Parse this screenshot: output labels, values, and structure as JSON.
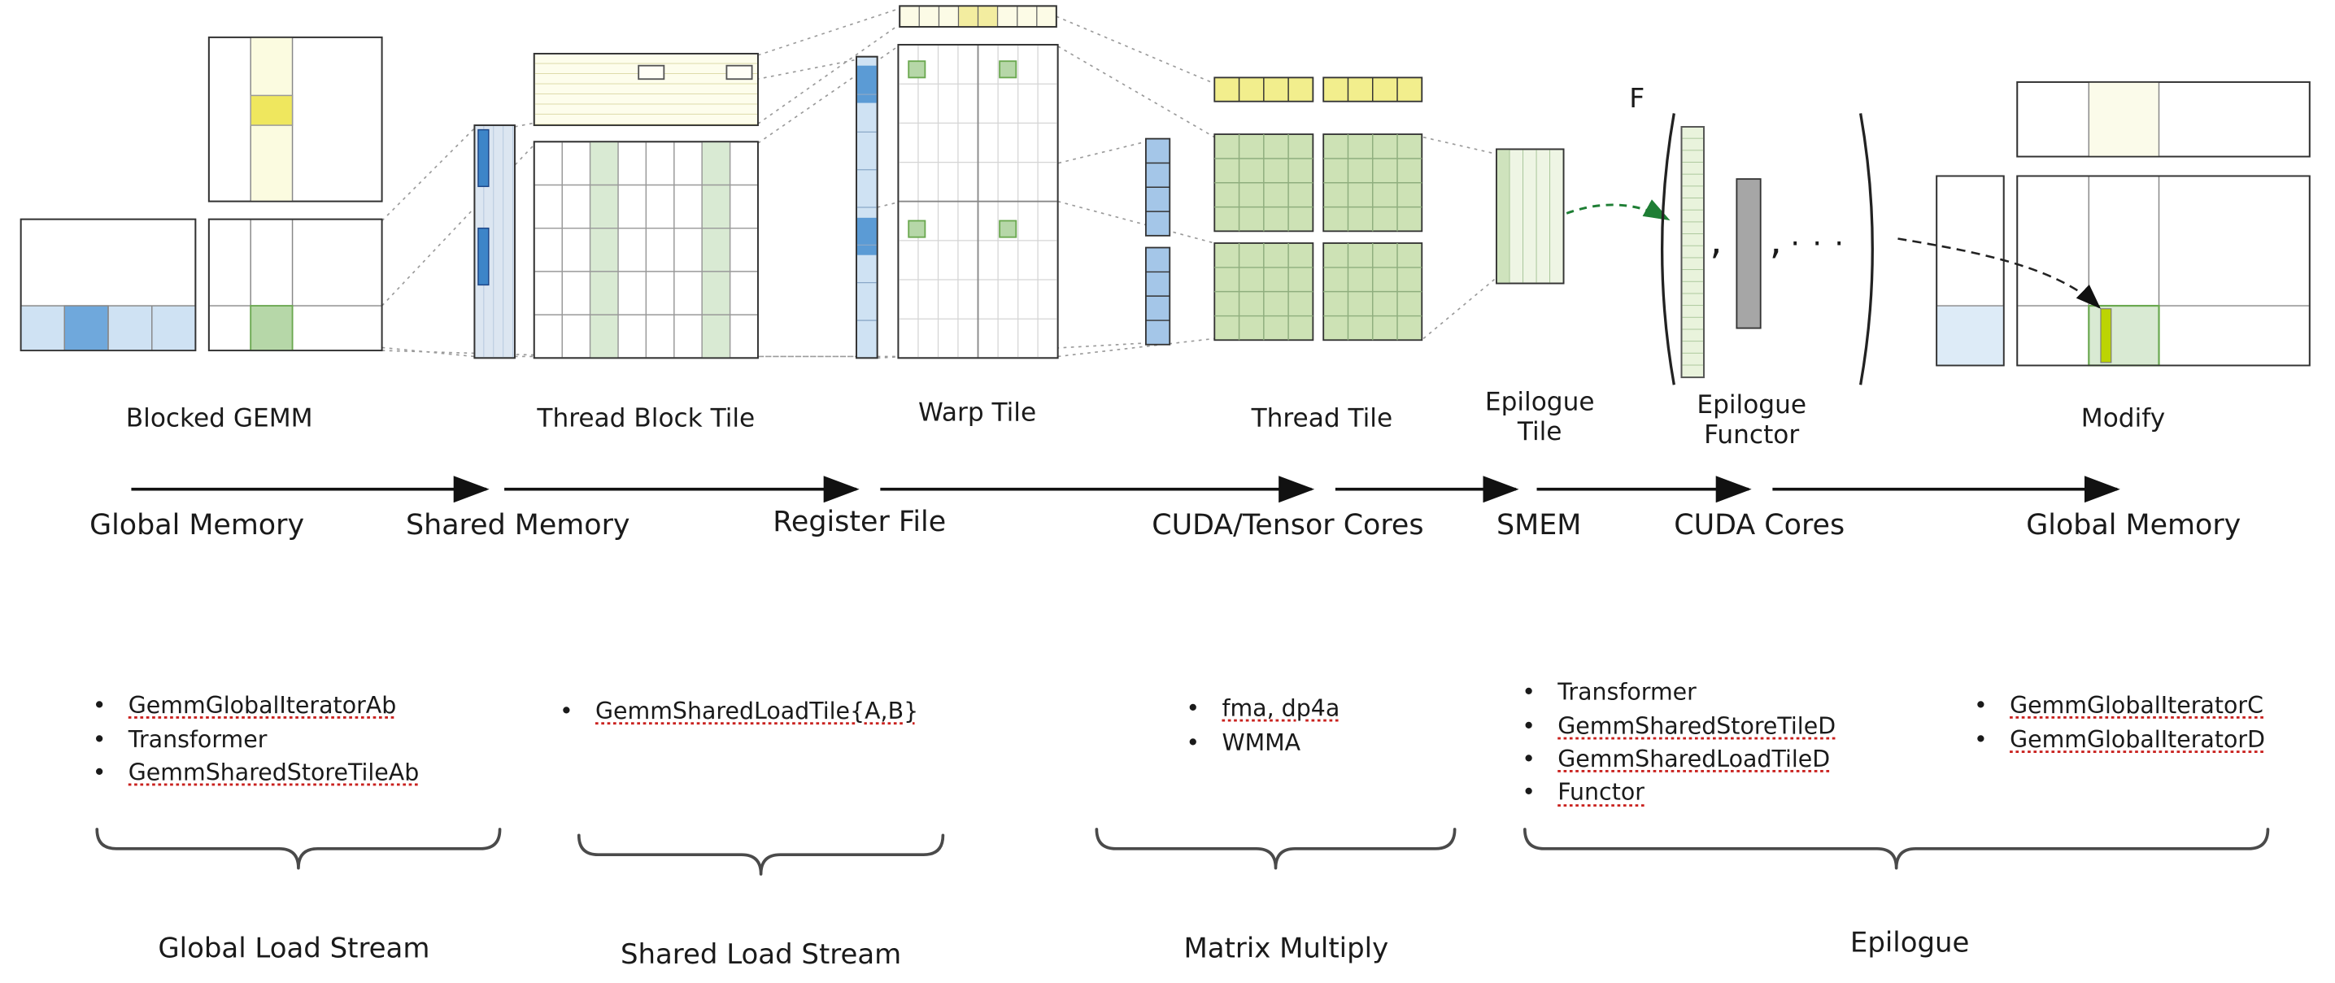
{
  "bullet": "•",
  "tiles": {
    "blocked_gemm": "Blocked GEMM",
    "thread_block": "Thread Block Tile",
    "warp": "Warp Tile",
    "thread": "Thread Tile",
    "epilogue_tile": [
      "Epilogue",
      "Tile"
    ],
    "epilogue_functor": [
      "Epilogue",
      "Functor"
    ],
    "modify": "Modify"
  },
  "functor_symbols": {
    "f": "F",
    "comma1": ",",
    "comma2": ",",
    "dots": "· · ·"
  },
  "memory_labels": [
    "Global Memory",
    "Shared Memory",
    "Register File",
    "CUDA/Tensor Cores",
    "SMEM",
    "CUDA Cores",
    "Global Memory"
  ],
  "lists": [
    {
      "items": [
        "GemmGlobalIteratorAb",
        "Transformer",
        "GemmSharedStoreTileAb"
      ]
    },
    {
      "items": [
        "GemmSharedLoadTile{A,B}"
      ]
    },
    {
      "items": [
        "fma, dp4a",
        "WMMA"
      ]
    },
    {
      "items": [
        "Transformer",
        "GemmSharedStoreTileD",
        "GemmSharedLoadTileD",
        "Functor"
      ]
    },
    {
      "items": [
        "GemmGlobalIteratorC",
        "GemmGlobalIteratorD"
      ]
    }
  ],
  "streams": [
    "Global Load Stream",
    "Shared Load Stream",
    "Matrix Multiply",
    "Epilogue"
  ],
  "colors": {
    "blue_light": "#cfe2f3",
    "blue_mid": "#9fc5e8",
    "blue_dark": "#3d85c8",
    "yellow_light": "#fcfbe6",
    "yellow_cell": "#efe75e",
    "yellow_fragment": "#f2ee8d",
    "green_light": "#d9ead3",
    "green_cell": "#b6d7a8",
    "green_accum": "#cde2b5",
    "green_arrow": "#1e7e34",
    "gray_functor": "#a6a6a6",
    "lime_bar": "#bcd403",
    "underline_red": "#c9211e"
  }
}
